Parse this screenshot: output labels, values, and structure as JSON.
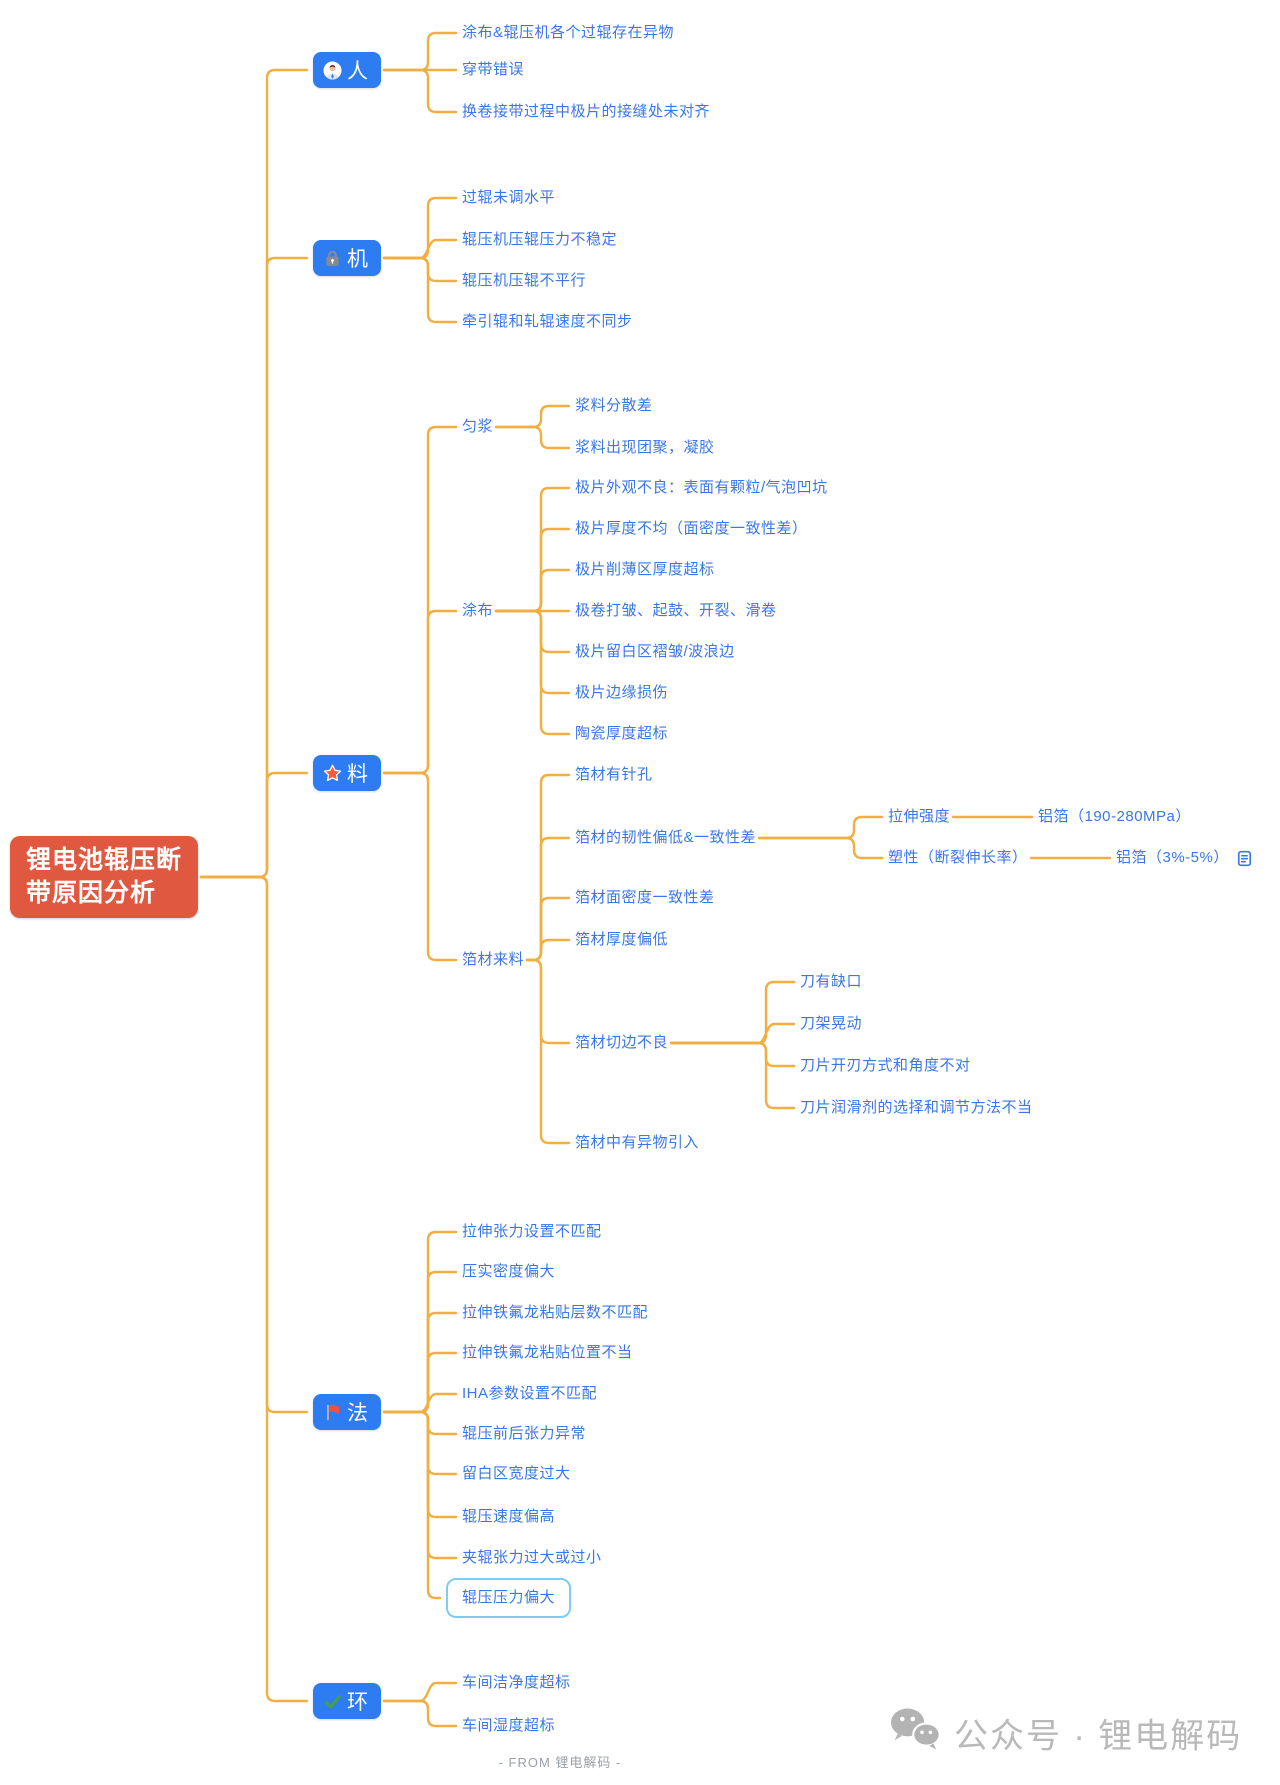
{
  "title": "锂电池辊压断带原因分析",
  "branches": {
    "ren": {
      "label": "人",
      "icon": "person-icon",
      "items": [
        "涂布&辊压机各个过辊存在异物",
        "穿带错误",
        "换卷接带过程中极片的接缝处未对齐"
      ]
    },
    "ji": {
      "label": "机",
      "icon": "lock-icon",
      "items": [
        "过辊未调水平",
        "辊压机压辊压力不稳定",
        "辊压机压辊不平行",
        "牵引辊和轧辊速度不同步"
      ]
    },
    "liao": {
      "label": "料",
      "icon": "star-icon",
      "junjiang": {
        "label": "匀浆",
        "items": [
          "浆料分散差",
          "浆料出现团聚，凝胶"
        ]
      },
      "tubu": {
        "label": "涂布",
        "items": [
          "极片外观不良：表面有颗粒/气泡凹坑",
          "极片厚度不均（面密度一致性差）",
          "极片削薄区厚度超标",
          "极卷打皱、起鼓、开裂、滑卷",
          "极片留白区褶皱/波浪边",
          "极片边缘损伤",
          "陶瓷厚度超标"
        ]
      },
      "bocai": {
        "label": "箔材来料",
        "zhenkong": "箔材有针孔",
        "renxing": {
          "label": "箔材的韧性偏低&一致性差",
          "lashen": {
            "label": "拉伸强度",
            "value": "铝箔（190-280MPa）"
          },
          "suxing": {
            "label": "塑性（断裂伸长率）",
            "value": "铝箔（3%-5%）"
          }
        },
        "midu": "箔材面密度一致性差",
        "houdu": "箔材厚度偏低",
        "qiebian": {
          "label": "箔材切边不良",
          "items": [
            "刀有缺口",
            "刀架晃动",
            "刀片开刃方式和角度不对",
            "刀片润滑剂的选择和调节方法不当"
          ]
        },
        "yiwu": "箔材中有异物引入"
      }
    },
    "fa": {
      "label": "法",
      "icon": "flag-icon",
      "items": [
        "拉伸张力设置不匹配",
        "压实密度偏大",
        "拉伸铁氟龙粘贴层数不匹配",
        "拉伸铁氟龙粘贴位置不当",
        "IHA参数设置不匹配",
        "辊压前后张力异常",
        "留白区宽度过大",
        "辊压速度偏高",
        "夹辊张力过大或过小",
        "辊压压力偏大"
      ]
    },
    "huan": {
      "label": "环",
      "icon": "check-icon",
      "items": [
        "车间洁净度超标",
        "车间湿度超标"
      ]
    }
  },
  "footer": "- FROM 锂电解码 -",
  "watermark": "公众号 · 锂电解码",
  "colors": {
    "line": "#F1AE41",
    "leaf_text": "#3B76E8",
    "branch_bg": "#2E7CF2",
    "root_bg": "#E0583F",
    "selected_border": "#7ECBF4"
  }
}
